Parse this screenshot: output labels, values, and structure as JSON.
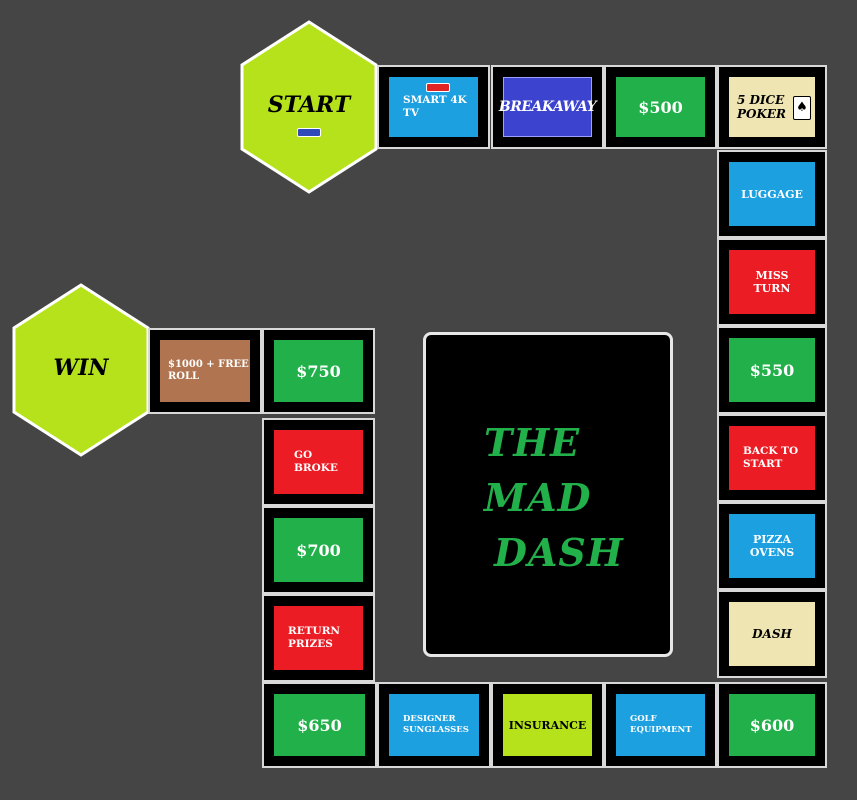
{
  "start": {
    "label": "START",
    "token_color": "#2e4ab8"
  },
  "win": {
    "label": "WIN"
  },
  "center_title": [
    "THE",
    "MAD",
    "DASH"
  ],
  "spaces": {
    "smart_tv": "SMART 4K TV",
    "breakaway": "BREAKAWAY",
    "s500": "$500",
    "dice_poker": "5 DICE POKER",
    "luggage": "LUGGAGE",
    "miss_turn": "MISS TURN",
    "s550": "$550",
    "back_to_start": "BACK TO START",
    "pizza_ovens": "PIZZA OVENS",
    "dash": "DASH",
    "s600": "$600",
    "golf": "GOLF EQUIPMENT",
    "insurance": "INSURANCE",
    "sunglasses": "DESIGNER SUNGLASSES",
    "s650": "$650",
    "return_prizes": "RETURN PRIZES",
    "s700": "$700",
    "go_broke": "GO BROKE",
    "s750": "$750",
    "free_roll": "$1000 + FREE ROLL"
  },
  "colors": {
    "lime": "#b5e21a",
    "green": "#22b04b",
    "red": "#ec1c24",
    "blue": "#1ca0e0",
    "red_token": "#e02424"
  }
}
